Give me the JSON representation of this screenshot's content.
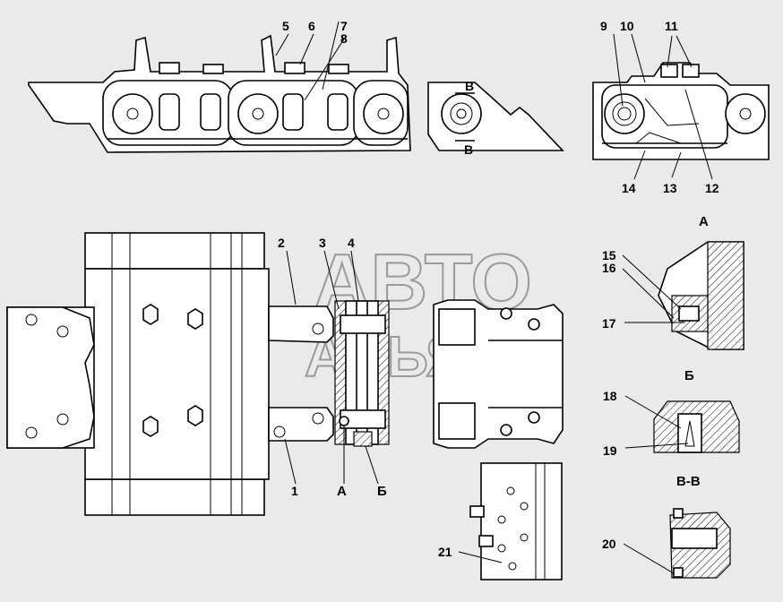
{
  "labels": {
    "n1": "1",
    "n2": "2",
    "n3": "3",
    "n4": "4",
    "n5": "5",
    "n6": "6",
    "n7": "7",
    "n8": "8",
    "n9": "9",
    "n10": "10",
    "n11": "11",
    "n12": "12",
    "n13": "13",
    "n14": "14",
    "n15": "15",
    "n16": "16",
    "n17": "17",
    "n18": "18",
    "n19": "19",
    "n20": "20",
    "n21": "21"
  },
  "sections": {
    "a_mark": "А",
    "b_mark": "Б",
    "v_mark_top": "В",
    "v_mark_bottom": "В",
    "a_title": "А",
    "b_title": "Б",
    "vv_title": "В-В"
  },
  "watermark": {
    "line1": "АВТО",
    "line2": "АЛЬЯНС"
  }
}
